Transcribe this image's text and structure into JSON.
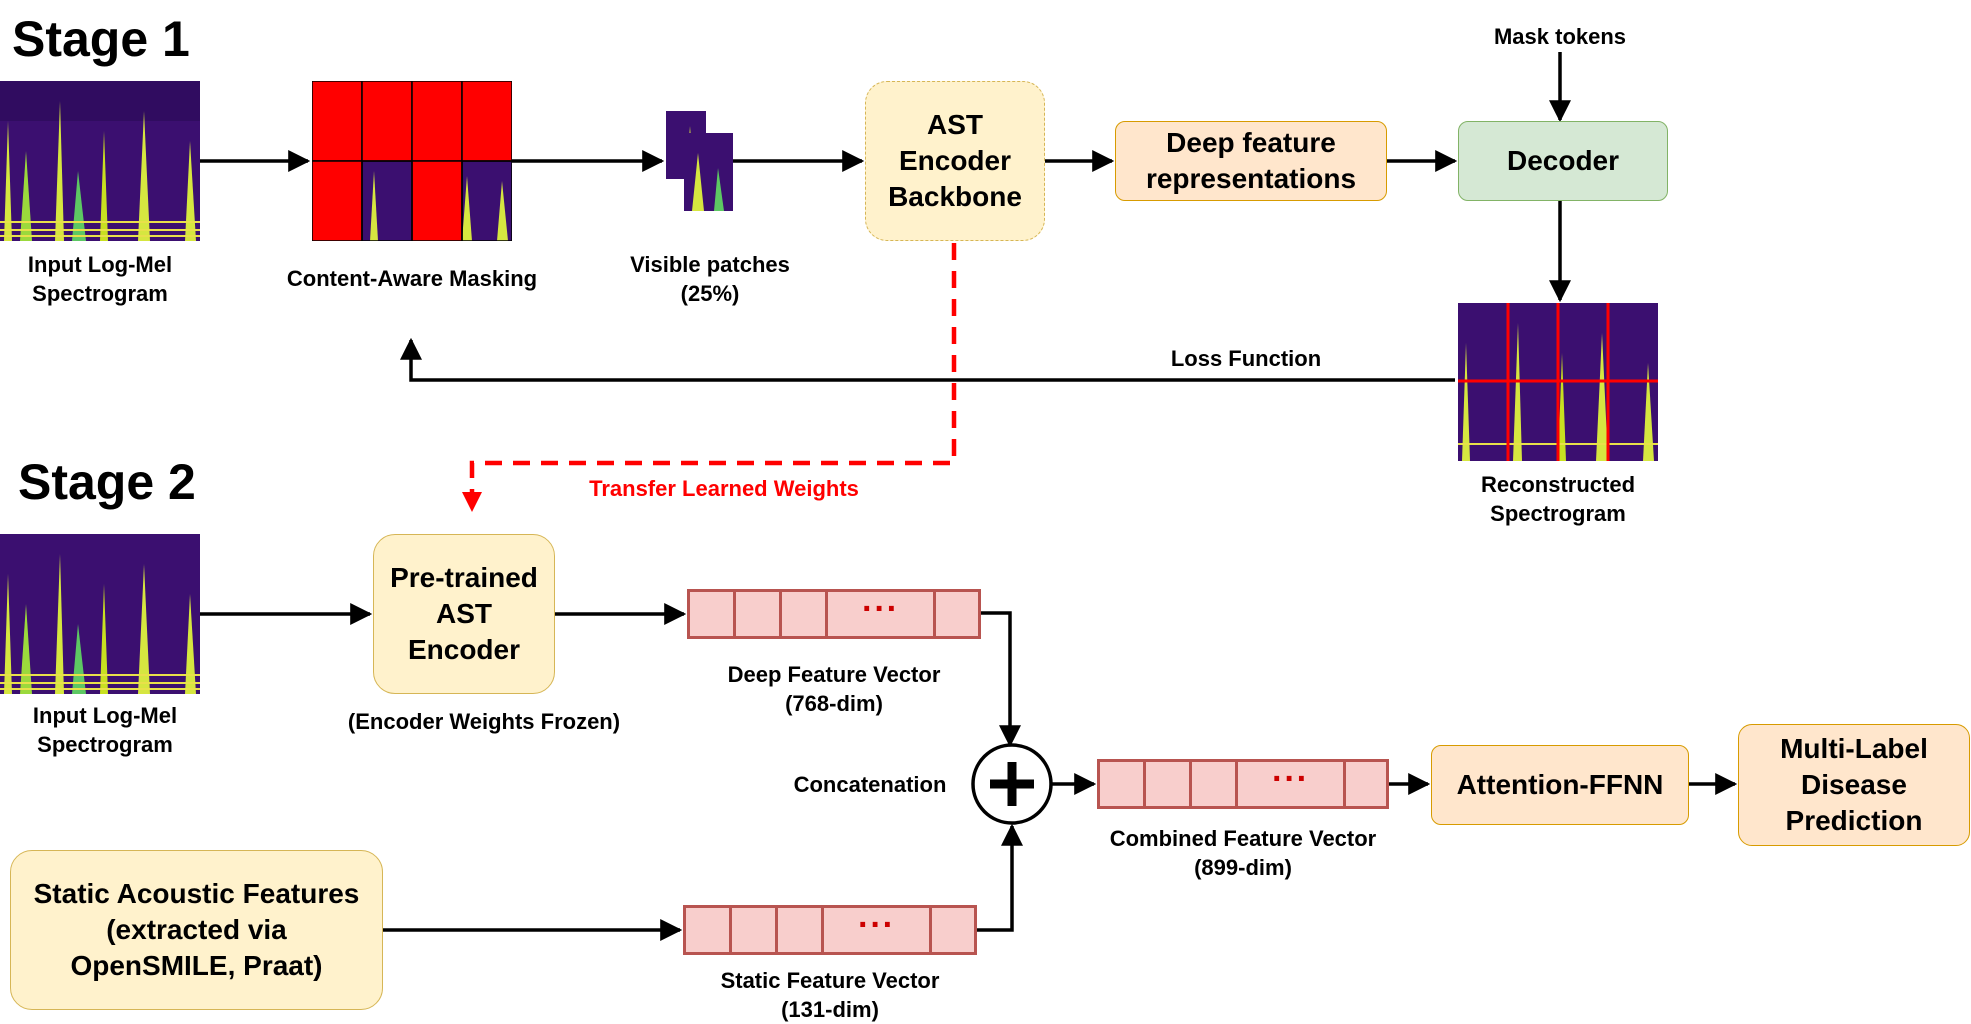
{
  "stage1": {
    "title": "Stage 1",
    "input_label": [
      "Input Log-Mel",
      "Spectrogram"
    ],
    "masking_label": "Content-Aware Masking",
    "visible_label": [
      "Visible patches",
      "(25%)"
    ],
    "encoder": [
      "AST",
      "Encoder",
      "Backbone"
    ],
    "deep_repr": [
      "Deep feature",
      "representations"
    ],
    "decoder": "Decoder",
    "mask_tokens": "Mask tokens",
    "loss": "Loss Function",
    "reconstructed_label": [
      "Reconstructed",
      "Spectrogram"
    ]
  },
  "transfer": "Transfer Learned Weights",
  "stage2": {
    "title": "Stage 2",
    "input_label": [
      "Input Log-Mel",
      "Spectrogram"
    ],
    "pretrained": [
      "Pre-trained",
      "AST",
      "Encoder"
    ],
    "frozen": "(Encoder Weights Frozen)",
    "deep_vec_label": [
      "Deep Feature Vector",
      "(768-dim)"
    ],
    "concat": "Concatenation",
    "combined_label": [
      "Combined Feature Vector",
      "(899-dim)"
    ],
    "attention": "Attention-FFNN",
    "prediction": [
      "Multi-Label",
      "Disease",
      "Prediction"
    ],
    "static_box": [
      "Static Acoustic Features",
      "(extracted via",
      "OpenSMILE, Praat)"
    ],
    "static_vec_label": [
      "Static Feature Vector",
      "(131-dim)"
    ],
    "dots": "···"
  },
  "colors": {
    "spectrogram_bg": "#3b0f70",
    "spectrogram_fg": "#d6e640",
    "mask": "#ff0000",
    "arrow": "#000000",
    "transfer": "#ff0000"
  }
}
